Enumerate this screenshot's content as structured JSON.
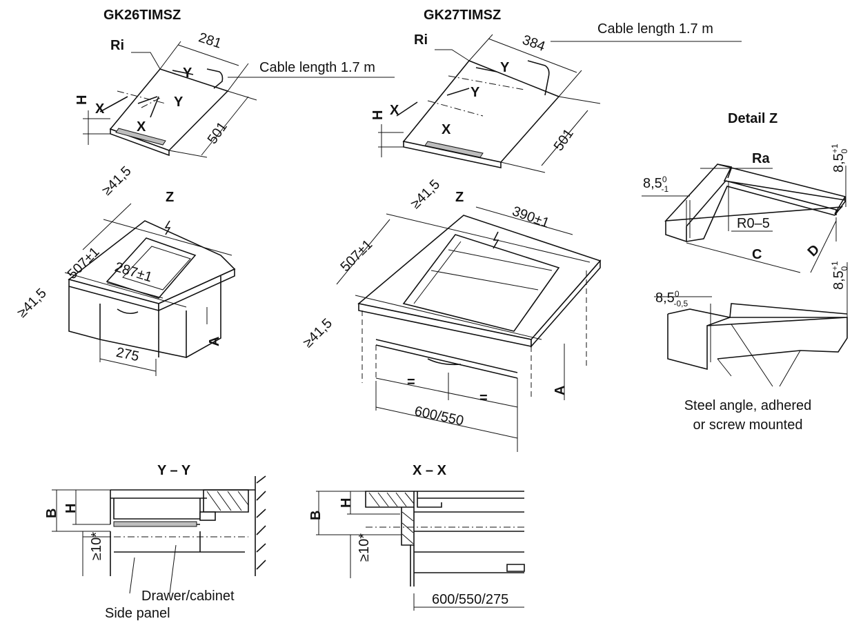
{
  "models": {
    "left_title": "GK26TIMSZ",
    "right_title": "GK27TIMSZ"
  },
  "labels": {
    "ri": "Ri",
    "ra": "Ra",
    "h": "H",
    "x": "X",
    "y": "Y",
    "z": "Z",
    "a": "A",
    "b": "B",
    "c": "C",
    "d": "D",
    "cable": "Cable length 1.7 m",
    "detail_z": "Detail Z",
    "r05": "R0–5",
    "steel_line1": "Steel angle, adhered",
    "steel_line2": "or screw mounted",
    "section_yy": "Y – Y",
    "section_xx": "X – X",
    "drawer": "Drawer/cabinet",
    "side_panel": "Side panel",
    "equal": "="
  },
  "dimensions": {
    "left_width": "281",
    "left_depth": "501",
    "right_width": "384",
    "right_depth": "501",
    "cut_depth": "507±1",
    "min_edge": "≥41,5",
    "left_cut_width": "287±1",
    "left_drawer_width": "275",
    "right_cut_width": "390±1",
    "right_base_width": "600/550",
    "detail_top_base": "8,5",
    "detail_top_sub": "0",
    "detail_top_sub2": "-1",
    "detail_right_base": "8,5",
    "detail_right_sup": "+1",
    "detail_right_sub": "0",
    "detail_bottom_base": "8,5",
    "detail_bottom_sub": "0",
    "detail_bottom_sub2": "-0,5",
    "min_gap": "≥10*",
    "xx_width": "600/550/275"
  }
}
